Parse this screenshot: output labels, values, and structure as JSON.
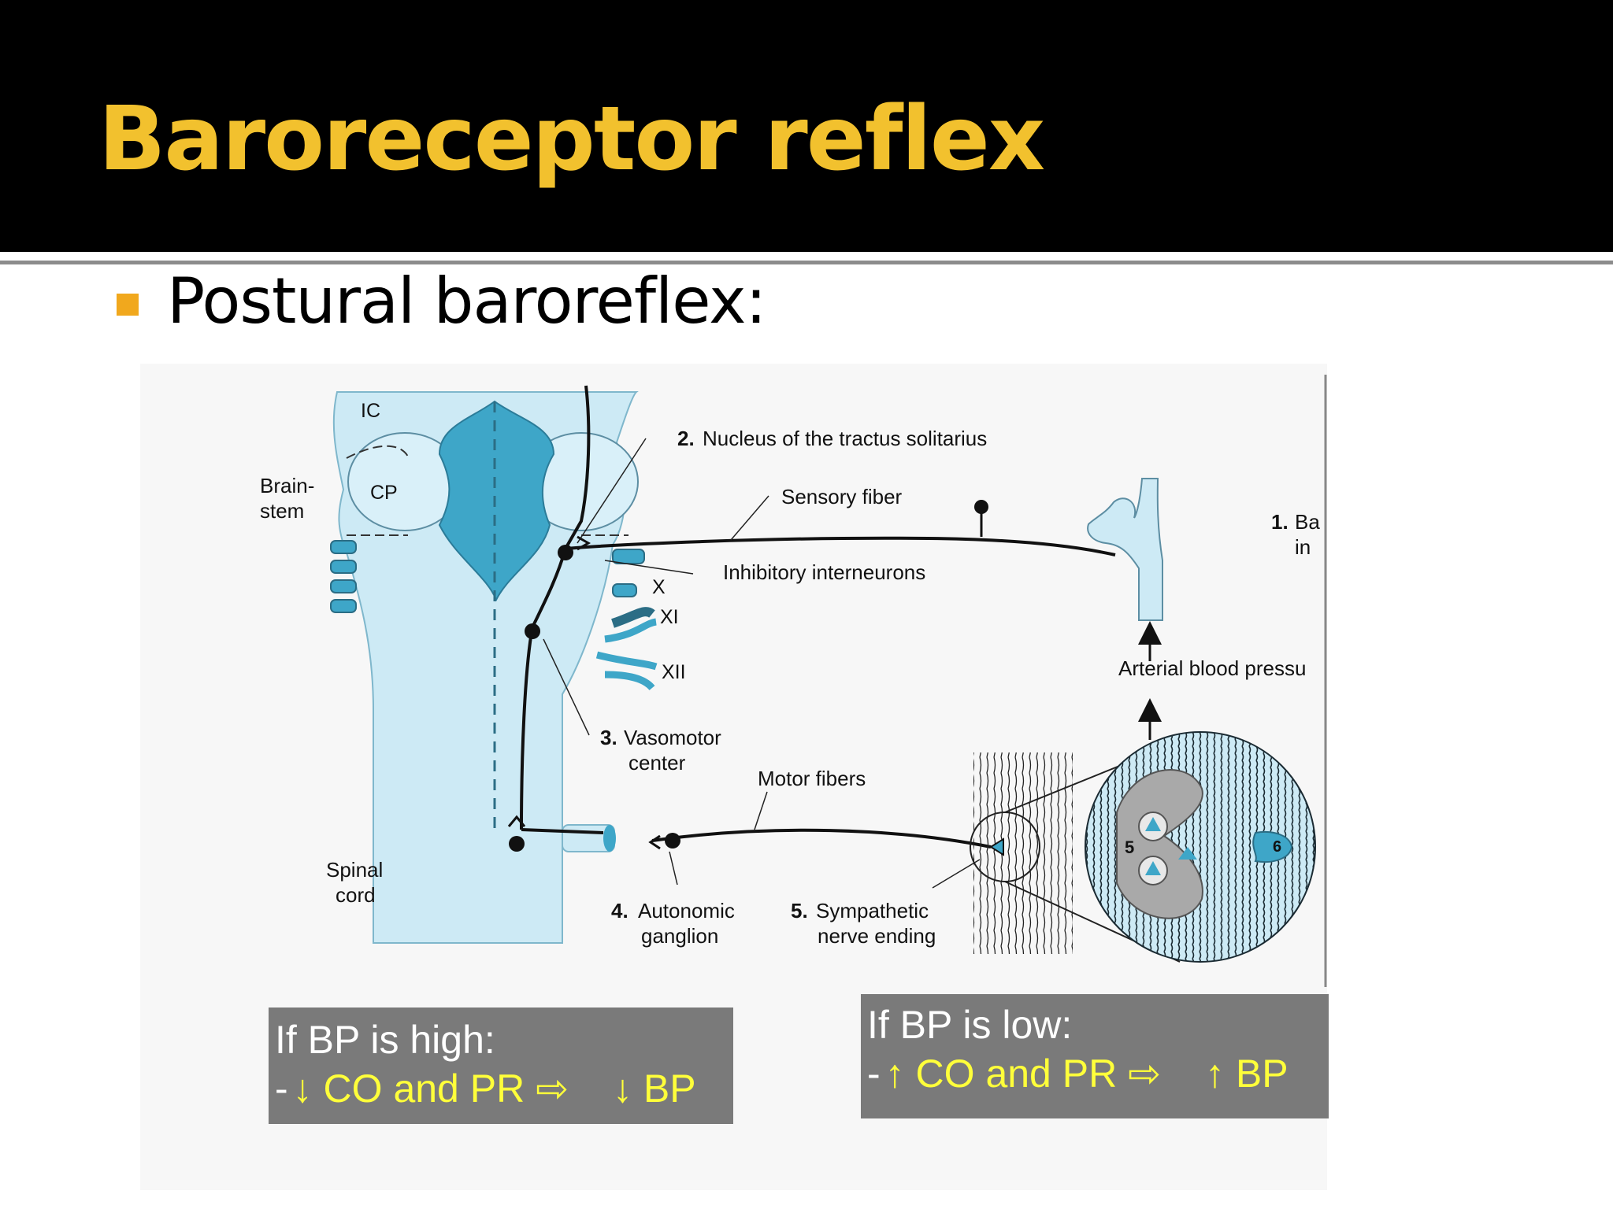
{
  "slide": {
    "title": "Baroreceptor reflex",
    "bullet": "Postural baroreflex:"
  },
  "diagram": {
    "labels": {
      "ic": "IC",
      "cp": "CP",
      "brainstem_1": "Brain-",
      "brainstem_2": "stem",
      "spinal_1": "Spinal",
      "spinal_2": "cord",
      "nts_num": "2.",
      "nts": "Nucleus of the tractus solitarius",
      "sensory": "Sensory fiber",
      "inhibitory": "Inhibitory interneurons",
      "nerve_x": "X",
      "nerve_xi": "XI",
      "nerve_xii": "XII",
      "vasomotor_num": "3.",
      "vasomotor_1": "Vasomotor",
      "vasomotor_2": "center",
      "motor": "Motor fibers",
      "ganglion_num": "4.",
      "ganglion_1": "Autonomic",
      "ganglion_2": "ganglion",
      "sympathetic_num": "5.",
      "sympathetic_1": "Sympathetic",
      "sympathetic_2": "nerve ending",
      "baro_num": "1.",
      "baro_1": "Ba",
      "baro_2": "in",
      "arterial": "Arterial blood pressu",
      "cell_5": "5",
      "cell_6": "6"
    }
  },
  "callouts": {
    "high": {
      "heading": "If BP is high:",
      "dash": "-",
      "effect": "↓ CO and PR ⇨",
      "result": "↓ BP"
    },
    "low": {
      "heading": "If BP is low:",
      "dash": "-",
      "effect": "↑ CO and PR ⇨",
      "result": "↑ BP"
    }
  },
  "colors": {
    "title_yellow": "#f2c12e",
    "bullet_orange": "#f1a81d",
    "tissue_light_blue": "#cdeaf5",
    "tissue_dark_blue": "#3ea6c8",
    "callout_gray": "#7a7a7a",
    "callout_yellow": "#ffff3a"
  }
}
